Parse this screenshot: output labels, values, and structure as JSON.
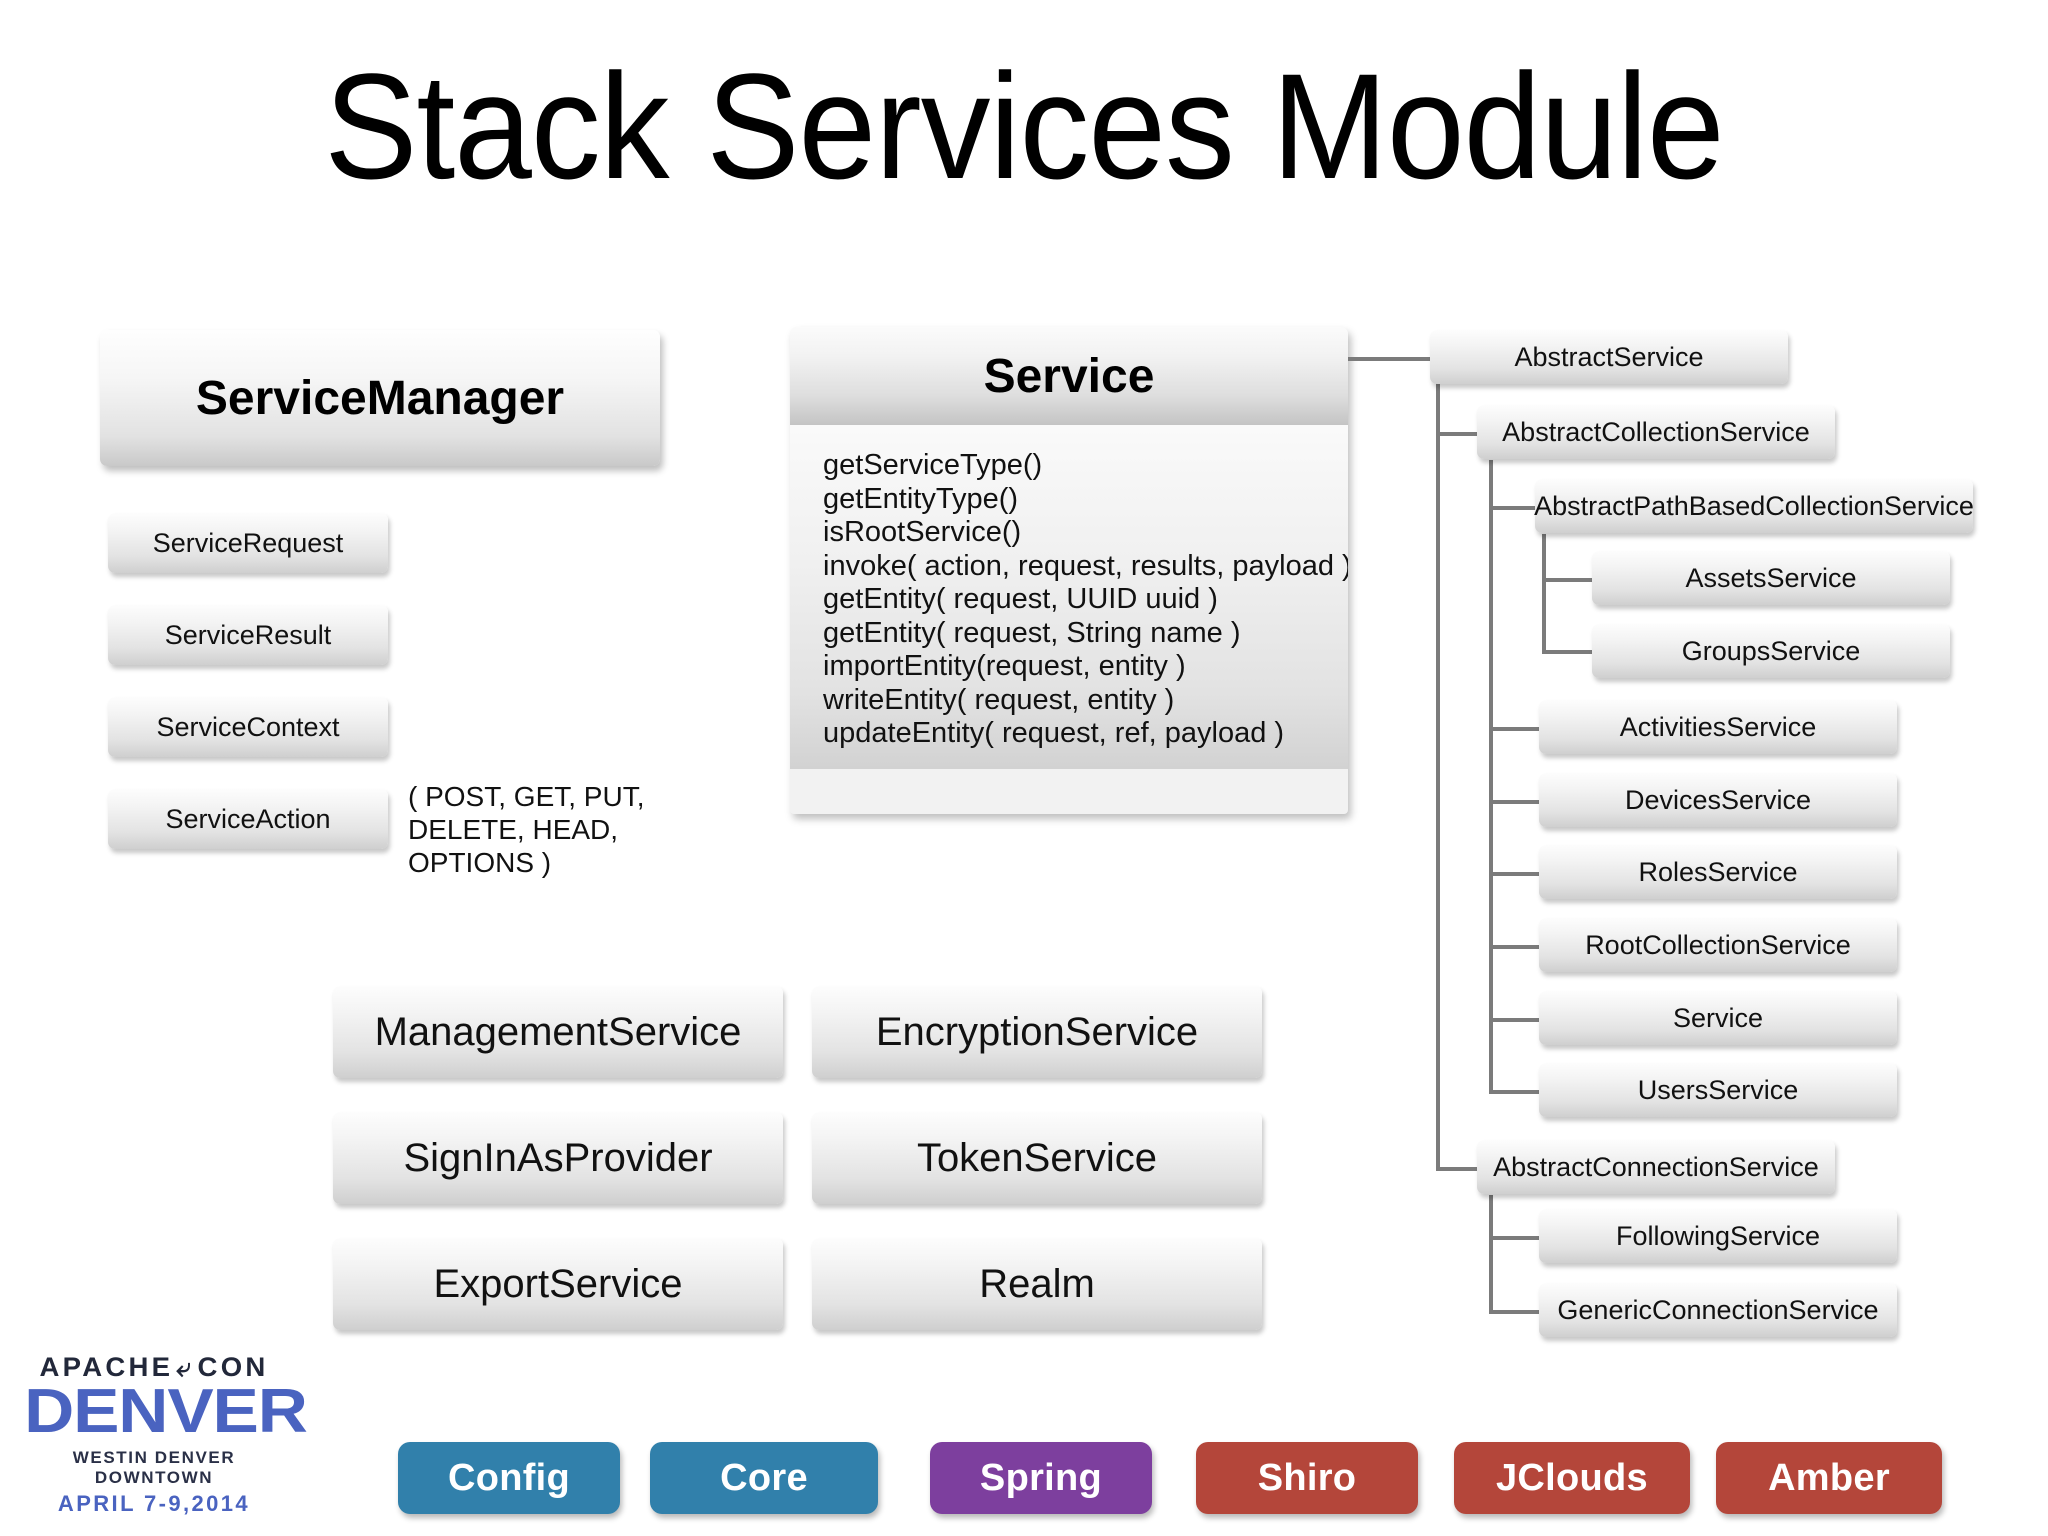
{
  "slide": {
    "title": "Stack Services Module"
  },
  "service_manager": {
    "title": "ServiceManager",
    "children": [
      "ServiceRequest",
      "ServiceResult",
      "ServiceContext",
      "ServiceAction"
    ],
    "action_annotation": "( POST, GET, PUT,\nDELETE, HEAD,\nOPTIONS )"
  },
  "service_card": {
    "title": "Service",
    "methods": [
      "getServiceType()",
      "getEntityType()",
      "isRootService()",
      "invoke( action, request, results, payload )",
      "getEntity( request, UUID uuid )",
      "getEntity( request, String name )",
      "importEntity(request, entity )",
      "writeEntity( request, entity )",
      "updateEntity( request, ref, payload )"
    ]
  },
  "middle_services": {
    "column_left": [
      "ManagementService",
      "SignInAsProvider",
      "ExportService"
    ],
    "column_right": [
      "EncryptionService",
      "TokenService",
      "Realm"
    ]
  },
  "hierarchy": {
    "root": "AbstractService",
    "collection_service": "AbstractCollectionService",
    "path_based": "AbstractPathBasedCollectionService",
    "path_based_children": [
      "AssetsService",
      "GroupsService"
    ],
    "collection_children": [
      "ActivitiesService",
      "DevicesService",
      "RolesService",
      "RootCollectionService",
      "Service",
      "UsersService"
    ],
    "connection_service": "AbstractConnectionService",
    "connection_children": [
      "FollowingService",
      "GenericConnectionService"
    ]
  },
  "footer_pills": [
    {
      "label": "Config",
      "color": "#3180ab"
    },
    {
      "label": "Core",
      "color": "#3180ab"
    },
    {
      "label": "Spring",
      "color": "#7d3f9e"
    },
    {
      "label": "Shiro",
      "color": "#b4463a"
    },
    {
      "label": "JClouds",
      "color": "#b4463a"
    },
    {
      "label": "Amber",
      "color": "#b4463a"
    }
  ],
  "logo": {
    "line1_left": "APACHE",
    "feather": "⤶",
    "line1_right": "CON",
    "line2": "DENVER",
    "line3": "WESTIN DENVER DOWNTOWN",
    "line4": "APRIL 7-9,2014"
  }
}
